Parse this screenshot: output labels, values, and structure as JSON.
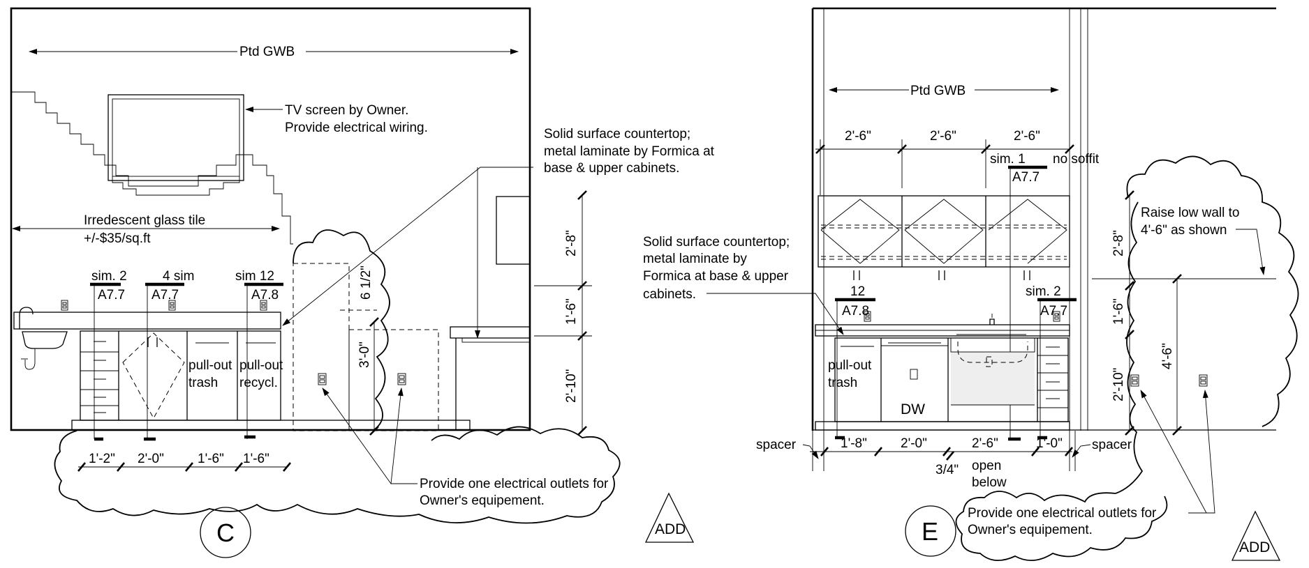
{
  "elevation_c": {
    "mark": "C",
    "wall_finish": "Ptd GWB",
    "tv_note": [
      "TV screen by Owner.",
      "Provide electrical wiring."
    ],
    "countertop_note": [
      "Solid surface countertop;",
      "metal laminate by Formica at",
      "base & upper cabinets."
    ],
    "tile_note": [
      "Irredescent glass tile",
      "+/-$35/sq.ft"
    ],
    "section_tags": [
      {
        "num": "sim. 2",
        "sheet": "A7.7"
      },
      {
        "num": "4  sim",
        "sheet": "A7.7"
      },
      {
        "num": "sim 12",
        "sheet": "A7.8"
      }
    ],
    "trash_label": [
      "pull-out",
      "trash"
    ],
    "recycle_label": [
      "pull-out",
      "recycl."
    ],
    "widths": [
      "1'-2\"",
      "2'-0\"",
      "1'-6\"",
      "1'-6\""
    ],
    "heights": [
      "2'-8\"",
      "1'-6\"",
      "2'-10\""
    ],
    "inner_dims": [
      "6 1/2\"",
      "3'-0\""
    ],
    "outlet_note": [
      "Provide one electrical outlets for",
      "Owner's equipement."
    ],
    "add_label": "ADD"
  },
  "elevation_e": {
    "mark": "E",
    "wall_finish": "Ptd GWB",
    "upper_widths": [
      "2'-6\"",
      "2'-6\"",
      "2'-6\""
    ],
    "section_tags": [
      {
        "num": "sim.  1",
        "sheet": "A7.7"
      },
      {
        "num": "12",
        "sheet": "A7.8"
      },
      {
        "num": "sim. 2",
        "sheet": "A7.7"
      }
    ],
    "no_soffit": "no soffit",
    "countertop_note": [
      "Solid surface countertop;",
      "metal laminate by",
      "Formica at base & upper",
      "cabinets."
    ],
    "wall_note": [
      "Raise low wall to",
      "4'-6\" as shown"
    ],
    "trash_label": [
      "pull-out",
      "trash"
    ],
    "dw_label": "DW",
    "heights": [
      "2'-8\"",
      "1'-6\"",
      "2'-10\""
    ],
    "wall_height": "4'-6\"",
    "base_widths": [
      "1'-8\"",
      "2'-0\"",
      "2'-6\"",
      "1'-0\""
    ],
    "spacer": "spacer",
    "gap": "3/4\"",
    "open_below": [
      "open",
      "below"
    ],
    "outlet_note": [
      "Provide one electrical outlets for",
      "Owner's equipement."
    ],
    "add_label": "ADD"
  }
}
